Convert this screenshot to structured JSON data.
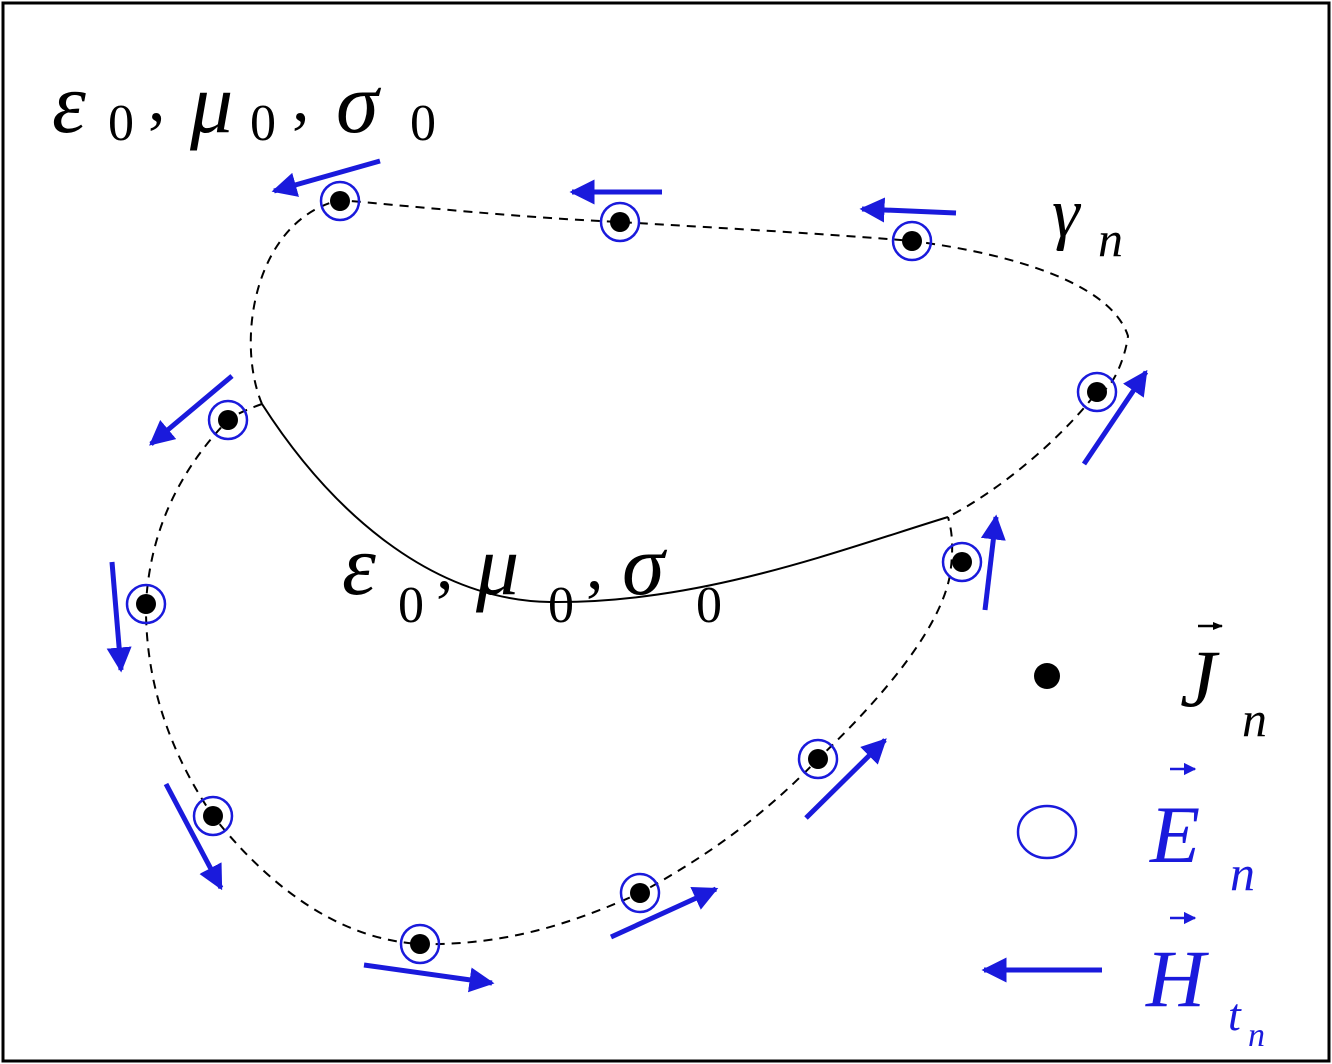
{
  "labels": {
    "region_top": {
      "e": "ε",
      "e_sub": "0",
      "sep1": ",",
      "m": "μ",
      "m_sub": "0",
      "sep2": ",",
      "s": "σ",
      "s_sub": "0"
    },
    "region_inner": {
      "e": "ε",
      "e_sub": "0",
      "sep1": ",",
      "m": "μ",
      "m_sub": "0",
      "sep2": ",",
      "s": "σ",
      "s_sub": "0"
    },
    "contour": {
      "sym": "γ",
      "sub": "n"
    }
  },
  "legend": {
    "current": {
      "sym": "J",
      "sub": "n"
    },
    "efield": {
      "sym": "E",
      "sub": "n"
    },
    "hfield": {
      "sym": "H",
      "sub": "t",
      "subsub": "n"
    }
  },
  "colors": {
    "ink": "#000000",
    "field": "#1a1adc"
  },
  "icons": {
    "vector_arrow": "right-arrow-icon",
    "current": "filled-dot-icon",
    "efield": "circle-icon",
    "hfield": "arrow-icon"
  }
}
